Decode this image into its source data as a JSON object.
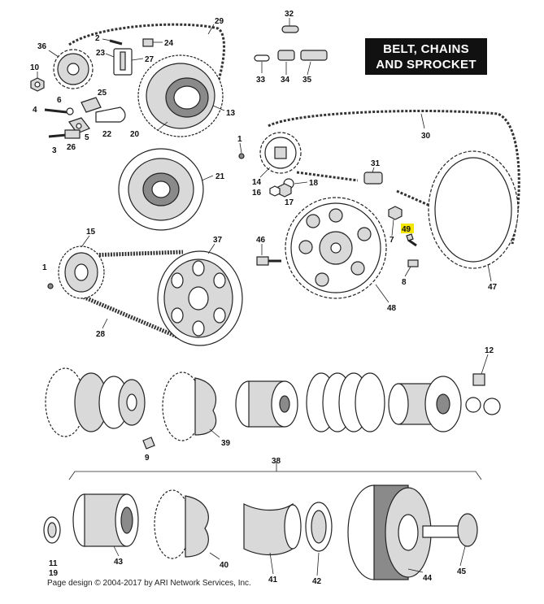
{
  "title": {
    "line1": "BELT, CHAINS",
    "line2": "AND SPROCKET"
  },
  "footer": "Page design © 2004-2017 by ARI Network Services, Inc.",
  "highlight_color": "#f5e600",
  "highlighted_callout": "49",
  "callouts": [
    {
      "id": "c29",
      "label": "29"
    },
    {
      "id": "c32",
      "label": "32"
    },
    {
      "id": "c2",
      "label": "2"
    },
    {
      "id": "c24",
      "label": "24"
    },
    {
      "id": "c36",
      "label": "36"
    },
    {
      "id": "c23",
      "label": "23"
    },
    {
      "id": "c27",
      "label": "27"
    },
    {
      "id": "c10",
      "label": "10"
    },
    {
      "id": "c33",
      "label": "33"
    },
    {
      "id": "c34",
      "label": "34"
    },
    {
      "id": "c35",
      "label": "35"
    },
    {
      "id": "c4",
      "label": "4"
    },
    {
      "id": "c6",
      "label": "6"
    },
    {
      "id": "c25",
      "label": "25"
    },
    {
      "id": "c13",
      "label": "13"
    },
    {
      "id": "c5",
      "label": "5"
    },
    {
      "id": "c22",
      "label": "22"
    },
    {
      "id": "c20",
      "label": "20"
    },
    {
      "id": "c30",
      "label": "30"
    },
    {
      "id": "c3",
      "label": "3"
    },
    {
      "id": "c26",
      "label": "26"
    },
    {
      "id": "c1a",
      "label": "1"
    },
    {
      "id": "c31",
      "label": "31"
    },
    {
      "id": "c21",
      "label": "21"
    },
    {
      "id": "c14",
      "label": "14"
    },
    {
      "id": "c16",
      "label": "16"
    },
    {
      "id": "c18",
      "label": "18"
    },
    {
      "id": "c17",
      "label": "17"
    },
    {
      "id": "c15",
      "label": "15"
    },
    {
      "id": "c37",
      "label": "37"
    },
    {
      "id": "c46",
      "label": "46"
    },
    {
      "id": "c7",
      "label": "7"
    },
    {
      "id": "c49",
      "label": "49"
    },
    {
      "id": "c1b",
      "label": "1"
    },
    {
      "id": "c8",
      "label": "8"
    },
    {
      "id": "c47",
      "label": "47"
    },
    {
      "id": "c48",
      "label": "48"
    },
    {
      "id": "c28",
      "label": "28"
    },
    {
      "id": "c12",
      "label": "12"
    },
    {
      "id": "c39",
      "label": "39"
    },
    {
      "id": "c9",
      "label": "9"
    },
    {
      "id": "c38",
      "label": "38"
    },
    {
      "id": "c11",
      "label": "11"
    },
    {
      "id": "c19",
      "label": "19"
    },
    {
      "id": "c43",
      "label": "43"
    },
    {
      "id": "c40",
      "label": "40"
    },
    {
      "id": "c41",
      "label": "41"
    },
    {
      "id": "c42",
      "label": "42"
    },
    {
      "id": "c44",
      "label": "44"
    },
    {
      "id": "c45",
      "label": "45"
    }
  ]
}
